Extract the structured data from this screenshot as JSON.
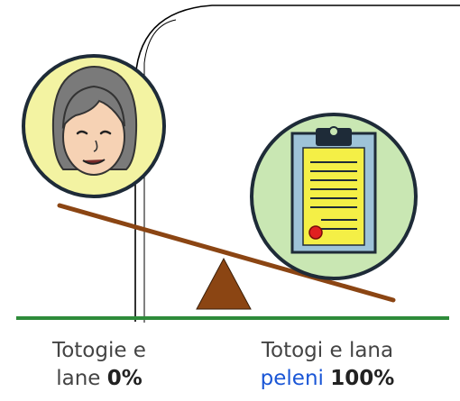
{
  "left_caption": {
    "line1": "Totogie e",
    "line2_text": "lane",
    "line2_value": "0%"
  },
  "right_caption": {
    "line1": "Totogi e lana",
    "line2_link": "peleni",
    "line2_value": "100%"
  },
  "balance": {
    "left_weight_percent": 0,
    "right_weight_percent": 100
  },
  "colors": {
    "ground": "#2e8b3a",
    "beam": "#8b4513",
    "fulcrum": "#8b4513",
    "left_circle_fill": "#f3f3a2",
    "right_circle_fill": "#c9e7b3",
    "circle_border": "#1e2b38",
    "clipboard_yellow": "#f4ef46",
    "clipboard_board": "#9ec3d8",
    "seal_red": "#e02020",
    "link": "#1a56d6"
  },
  "icons": {
    "left": "woman-face-icon",
    "right": "clipboard-document-icon"
  }
}
